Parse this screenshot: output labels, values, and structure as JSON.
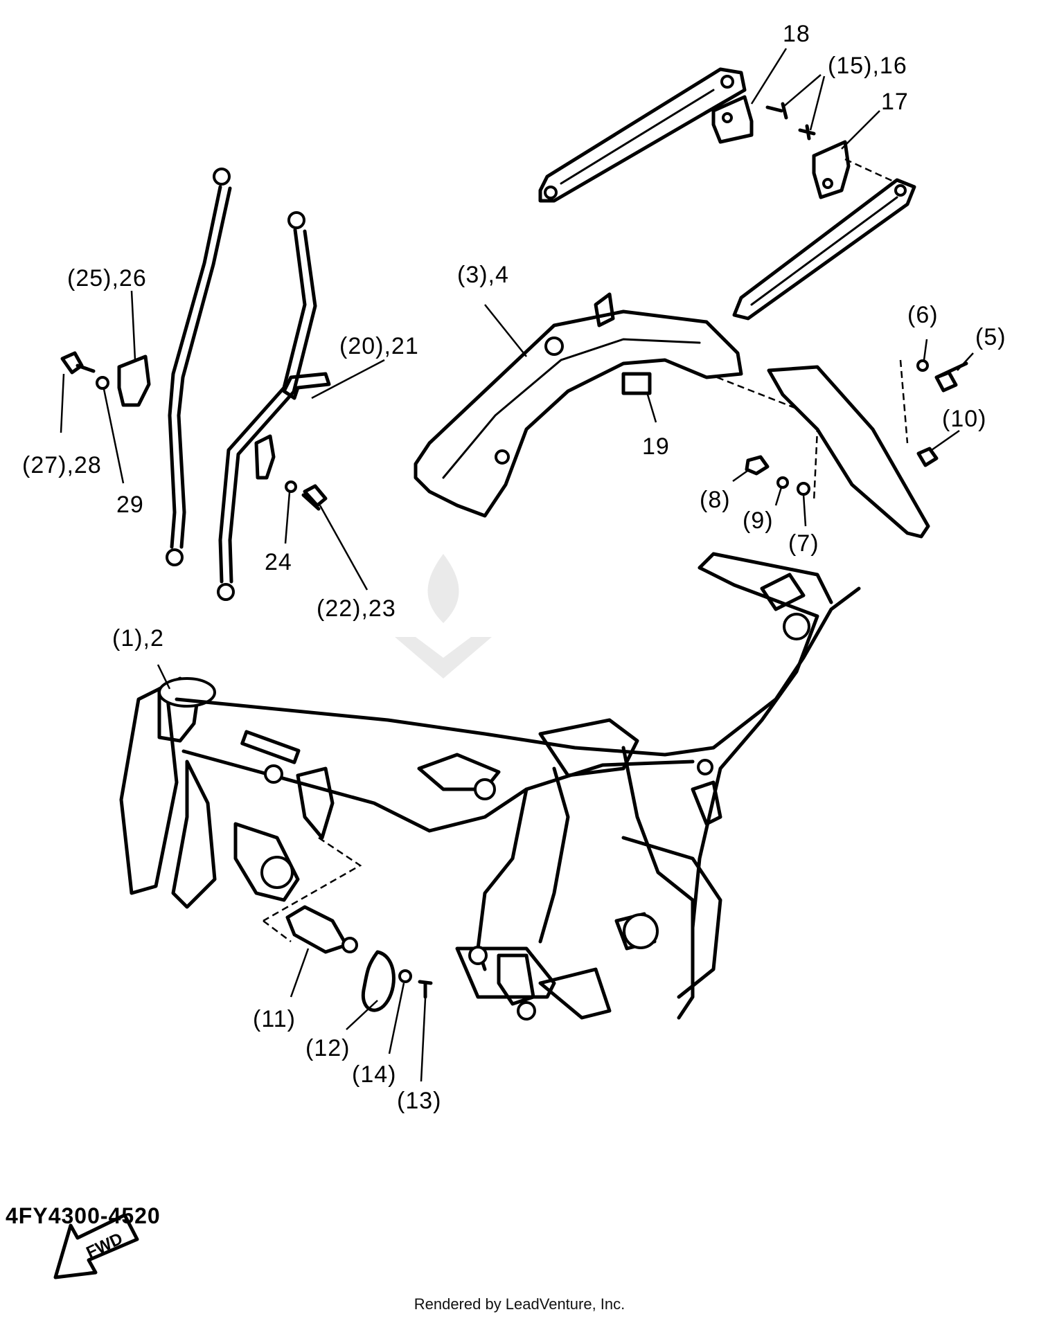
{
  "diagram": {
    "labels": {
      "p18": "18",
      "p15_16": "(15),16",
      "p17": "17",
      "p25_26": "(25),26",
      "p3_4": "(3),4",
      "p20_21": "(20),21",
      "p6": "(6)",
      "p5": "(5)",
      "p10": "(10)",
      "p27_28": "(27),28",
      "p29": "29",
      "p19": "19",
      "p8": "(8)",
      "p9": "(9)",
      "p7": "(7)",
      "p24": "24",
      "p22_23": "(22),23",
      "p1_2": "(1),2",
      "p11": "(11)",
      "p12": "(12)",
      "p14": "(14)",
      "p13": "(13)"
    },
    "fwd_arrow": "FWD",
    "drawing_code": "4FY4300-4520",
    "credit": "Rendered by LeadVenture, Inc."
  },
  "colors": {
    "line": "#000000",
    "background": "#ffffff"
  }
}
